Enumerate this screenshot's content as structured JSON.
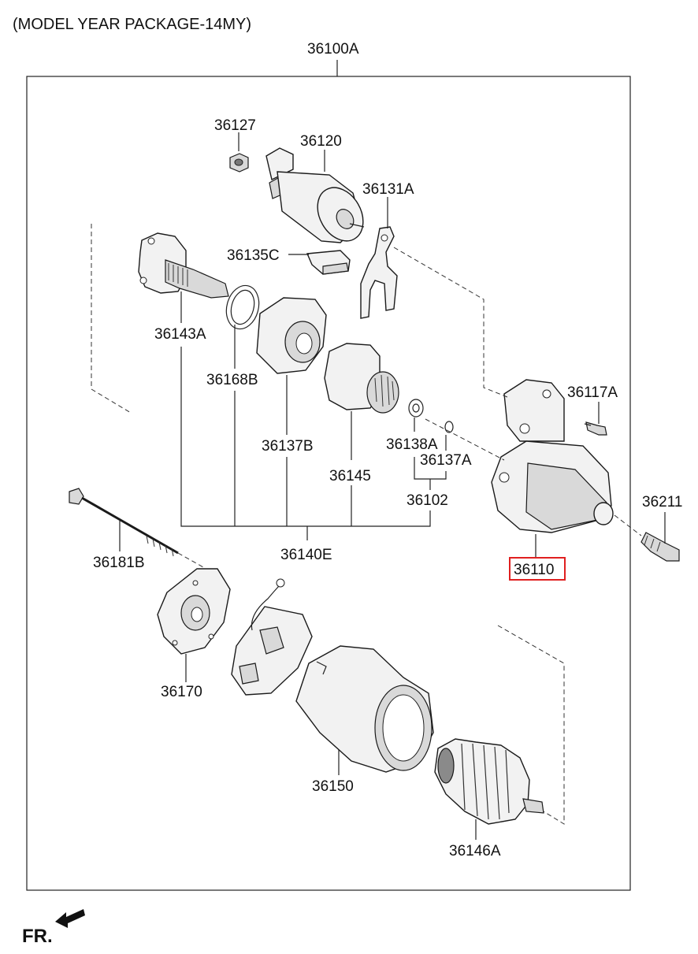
{
  "header": {
    "title": "(MODEL YEAR PACKAGE-14MY)",
    "assembly": "36100A"
  },
  "parts": {
    "p36127": "36127",
    "p36120": "36120",
    "p36131A": "36131A",
    "p36135C": "36135C",
    "p36143A": "36143A",
    "p36168B": "36168B",
    "p36137B": "36137B",
    "p36145": "36145",
    "p36138A": "36138A",
    "p36137A": "36137A",
    "p36102": "36102",
    "p36140E": "36140E",
    "p36117A": "36117A",
    "p36211": "36211",
    "p36110": "36110",
    "p36181B": "36181B",
    "p36170": "36170",
    "p36150": "36150",
    "p36146A": "36146A"
  },
  "highlight": {
    "part": "36110",
    "color": "#e02020"
  },
  "footer": {
    "direction": "FR."
  }
}
